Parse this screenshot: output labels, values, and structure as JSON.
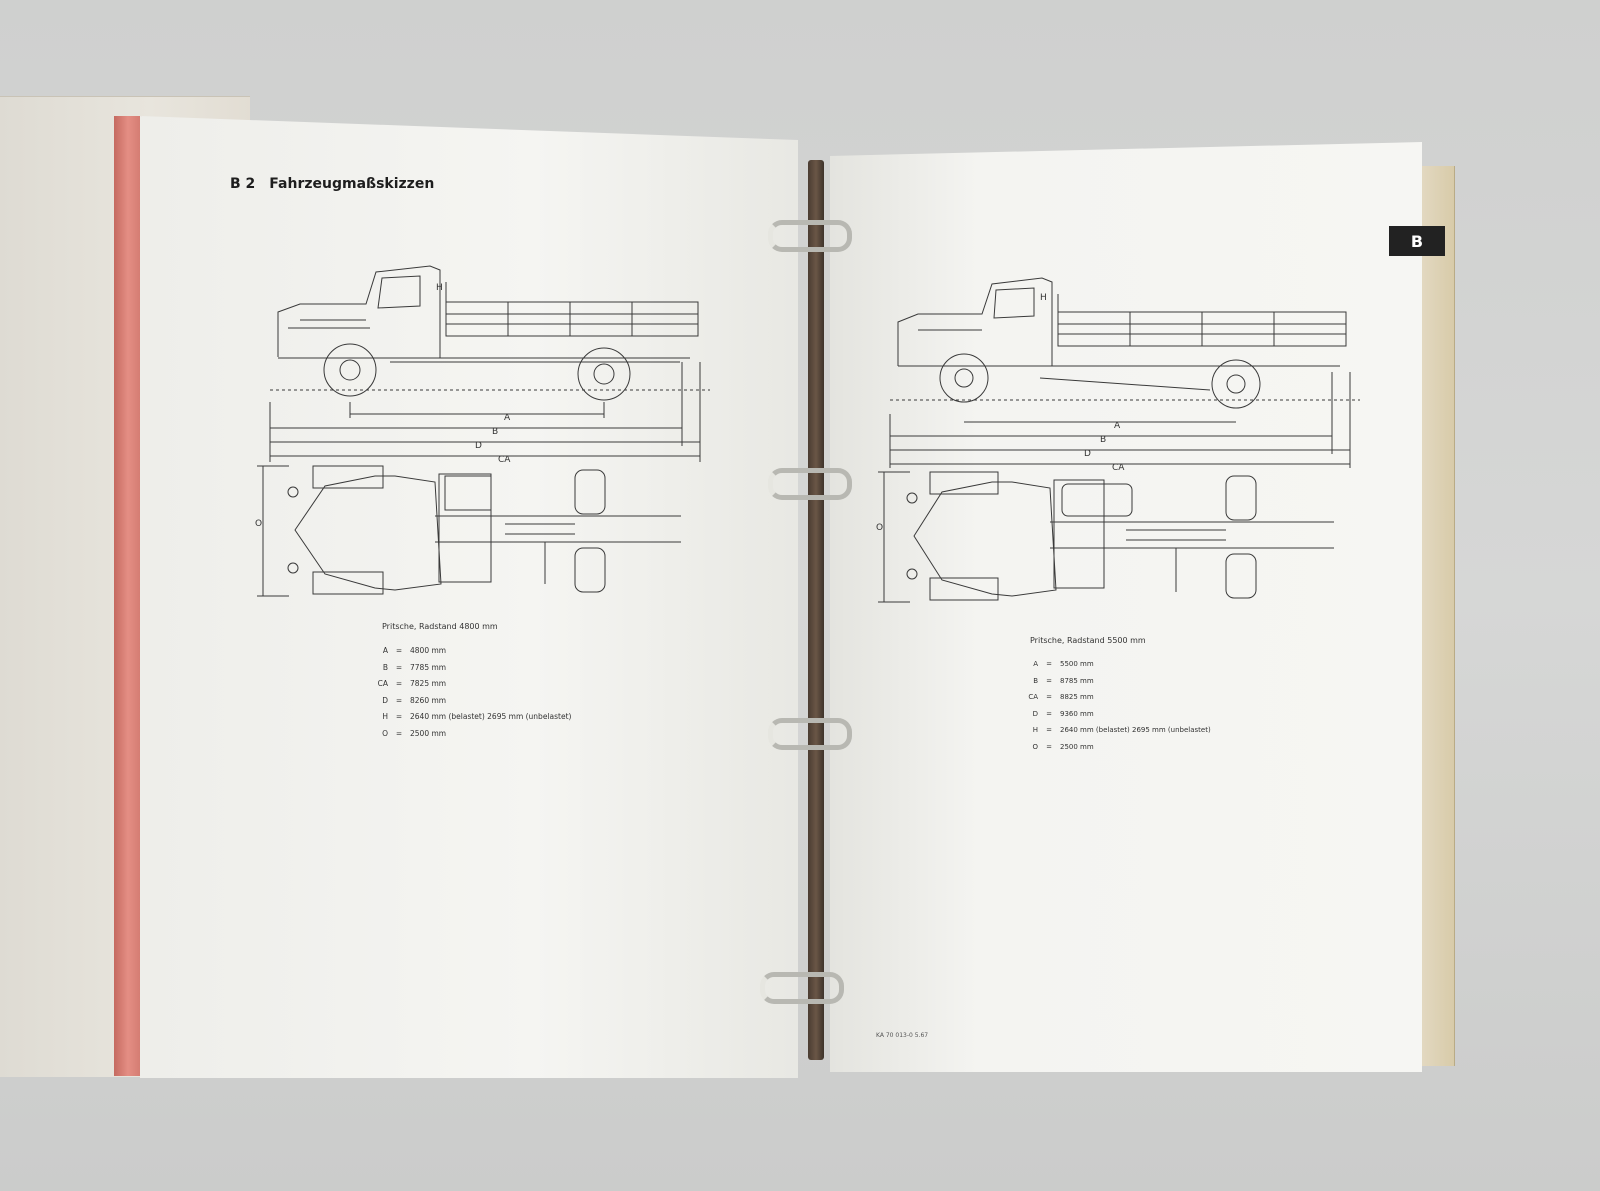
{
  "left_page": {
    "section_code": "B 2",
    "section_title": "Fahrzeugmaßskizzen",
    "side_view": {
      "label_h": "H",
      "dims": [
        "A",
        "B",
        "D",
        "CA"
      ]
    },
    "top_view": {
      "label_o": "O"
    },
    "caption": "Pritsche, Radstand 4800 mm",
    "specs": [
      {
        "key": "A",
        "value": "4800 mm"
      },
      {
        "key": "B",
        "value": "7785 mm"
      },
      {
        "key": "CA",
        "value": "7825 mm"
      },
      {
        "key": "D",
        "value": "8260 mm"
      },
      {
        "key": "H",
        "value": "2640 mm (belastet) 2695 mm (unbelastet)"
      },
      {
        "key": "O",
        "value": "2500 mm"
      }
    ]
  },
  "right_page": {
    "tab_label": "B",
    "side_view": {
      "label_h": "H",
      "dims": [
        "A",
        "B",
        "D",
        "CA"
      ]
    },
    "top_view": {
      "label_o": "O"
    },
    "caption": "Pritsche, Radstand 5500 mm",
    "specs": [
      {
        "key": "A",
        "value": "5500 mm"
      },
      {
        "key": "B",
        "value": "8785 mm"
      },
      {
        "key": "CA",
        "value": "8825 mm"
      },
      {
        "key": "D",
        "value": "9360 mm"
      },
      {
        "key": "H",
        "value": "2640 mm (belastet) 2695 mm (unbelastet)"
      },
      {
        "key": "O",
        "value": "2500 mm"
      }
    ],
    "footer": "KA 70 013-0 5.67"
  },
  "spec_separator": "="
}
